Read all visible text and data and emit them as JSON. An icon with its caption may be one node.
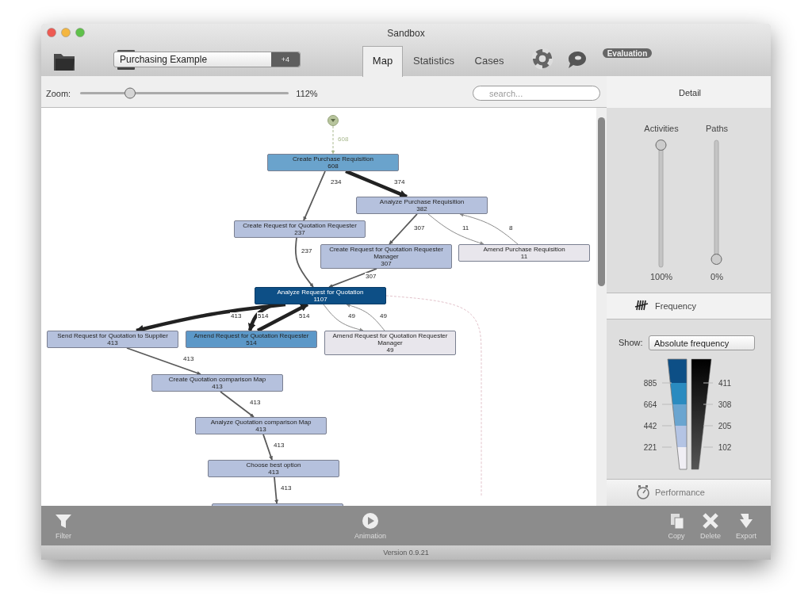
{
  "diagram": {
    "nodes": [
      {
        "text": [],
        "shape": "circle"
      },
      {
        "text": [
          "Create Purchase Requisition",
          "608"
        ]
      },
      {
        "text": [
          "Analyze Purchase Requisition",
          "382"
        ]
      },
      {
        "text": [
          "Create Request for Quotation Requester",
          "237"
        ]
      },
      {
        "text": [
          "Create Request for Quotation Requester Manager",
          "307"
        ]
      },
      {
        "text": [
          "Amend Purchase Requisition",
          "11"
        ]
      },
      {
        "text": [
          "Analyze Request for Quotation",
          "1107"
        ]
      },
      {
        "text": [
          "Send Request for Quotation to Supplier",
          "413"
        ]
      },
      {
        "text": [
          "Amend Request for Quotation Requester",
          "514"
        ]
      },
      {
        "text": [
          "Amend Request for Quotation Requester Manager",
          "49"
        ]
      },
      {
        "text": [
          "Create Quotation comparison Map",
          "413"
        ]
      },
      {
        "text": [
          "Analyze Quotation comparison Map",
          "413"
        ]
      },
      {
        "text": [
          "Choose best option",
          "413"
        ]
      },
      {
        "text": [],
        "shape": "box"
      }
    ],
    "edges": [
      {
        "from": 0,
        "to": 1,
        "arrow": "to",
        "label": "608",
        "style": "dashed",
        "color": "#a9b98f"
      },
      {
        "from": 1,
        "to": 3,
        "arrow": "to",
        "label": "234"
      },
      {
        "from": 1,
        "to": 2,
        "arrow": "to",
        "label": "374",
        "style": "thick"
      },
      {
        "from": 2,
        "to": 4,
        "arrow": "to",
        "label": "307"
      },
      {
        "from": 2,
        "to": 5,
        "arrow": "to",
        "label": "11",
        "color": "#8c8c8c"
      },
      {
        "from": 5,
        "to": 2,
        "arrow": "to",
        "label": "8",
        "color": "#8c8c8c"
      },
      {
        "from": 3,
        "to": 6,
        "arrow": "to",
        "label": "237"
      },
      {
        "from": 4,
        "to": 6,
        "arrow": "to",
        "label": "307"
      },
      {
        "from": 6,
        "to": 7,
        "arrow": "to",
        "label": "413",
        "style": "thick"
      },
      {
        "from": 6,
        "to": 8,
        "arrow": "to",
        "label": "514",
        "style": "thick"
      },
      {
        "from": 8,
        "to": 6,
        "arrow": "to",
        "label": "514",
        "style": "thick"
      },
      {
        "from": 6,
        "to": 9,
        "arrow": "to",
        "label": "49",
        "color": "#8c8c8c"
      },
      {
        "from": 9,
        "to": 6,
        "arrow": "to",
        "label": "49",
        "color": "#8c8c8c"
      },
      {
        "from": 7,
        "to": 10,
        "arrow": "to",
        "label": "413"
      },
      {
        "from": 10,
        "to": 11,
        "arrow": "to",
        "label": "413"
      },
      {
        "from": 11,
        "to": 12,
        "arrow": "to",
        "label": "413"
      },
      {
        "from": 12,
        "to": 13,
        "arrow": "to",
        "label": "413"
      },
      {
        "from": 6,
        "to": null,
        "arrow": "none",
        "style": "dashed",
        "color": "#e3c3cb"
      }
    ],
    "labels": [
      "Sandbox",
      "Purchasing Example",
      "+4",
      "Map",
      "Statistics",
      "Cases",
      "Evaluation",
      "Zoom:",
      "112%",
      "search...",
      "Detail",
      "Activities",
      "Paths",
      "100%",
      "0%",
      "Frequency",
      "Show:",
      "Absolute frequency",
      "885",
      "664",
      "442",
      "221",
      "411",
      "308",
      "205",
      "102",
      "Performance",
      "Filter",
      "Animation",
      "Copy",
      "Delete",
      "Export",
      "Version 0.9.21"
    ]
  }
}
